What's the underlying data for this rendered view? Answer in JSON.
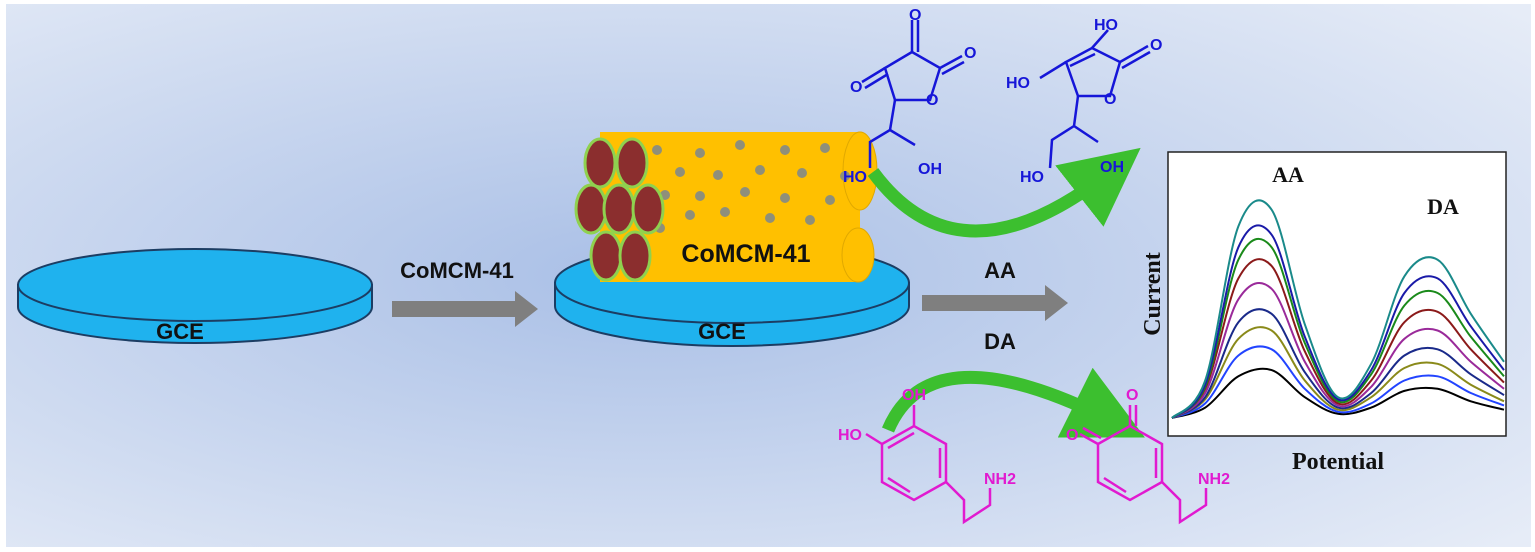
{
  "labels": {
    "gce_left": "GCE",
    "gce_mid": "GCE",
    "comcm_arrow": "CoMCM-41",
    "comcm_tube": "CoMCM-41",
    "arrow_aa": "AA",
    "arrow_da": "DA"
  },
  "molecules": {
    "dehydroascorbic": {
      "o1": "O",
      "o2": "O",
      "o3": "O",
      "o4": "O",
      "ho": "HO",
      "oh": "OH"
    },
    "ascorbic": {
      "ho1": "HO",
      "o1": "O",
      "ho2": "HO",
      "o2": "O",
      "ho3": "HO",
      "oh": "OH"
    },
    "dopamine": {
      "ho": "HO",
      "oh": "OH",
      "nh2": "NH2"
    },
    "quinone": {
      "o1": "O",
      "o2": "O",
      "nh2": "NH2"
    }
  },
  "colors": {
    "background_center": "#a9bfe6",
    "background_edge": "#e6ecf7",
    "electrode": "#1fb2ee",
    "tube": "#ffc000",
    "pore": "#8b2e2e",
    "pore_rim": "#8fd14f",
    "green_arrow": "#3cbf2f",
    "gray_arrow": "#7f7f7f",
    "aa_molecule": "#1616d8",
    "da_molecule": "#e11ad0"
  },
  "chart_data": {
    "type": "line",
    "xlabel": "Potential",
    "ylabel": "Current",
    "peak_labels": [
      "AA",
      "DA"
    ],
    "x": [
      0,
      0.1,
      0.2,
      0.3,
      0.4,
      0.5,
      0.6,
      0.7,
      0.8,
      0.9,
      1.0
    ],
    "series": [
      {
        "color": "#000000",
        "values": [
          0.0,
          0.05,
          0.2,
          0.23,
          0.1,
          0.02,
          0.05,
          0.13,
          0.14,
          0.08,
          0.04
        ]
      },
      {
        "color": "#2244ff",
        "values": [
          0.0,
          0.07,
          0.3,
          0.33,
          0.14,
          0.03,
          0.07,
          0.18,
          0.2,
          0.12,
          0.06
        ]
      },
      {
        "color": "#8a8a1a",
        "values": [
          0.0,
          0.09,
          0.38,
          0.42,
          0.18,
          0.04,
          0.1,
          0.24,
          0.26,
          0.16,
          0.08
        ]
      },
      {
        "color": "#1a2a8a",
        "values": [
          0.0,
          0.1,
          0.46,
          0.5,
          0.22,
          0.05,
          0.12,
          0.3,
          0.33,
          0.21,
          0.11
        ]
      },
      {
        "color": "#9a2a9a",
        "values": [
          0.0,
          0.12,
          0.57,
          0.62,
          0.27,
          0.06,
          0.15,
          0.38,
          0.42,
          0.27,
          0.14
        ]
      },
      {
        "color": "#8b1a1a",
        "values": [
          0.0,
          0.14,
          0.67,
          0.73,
          0.32,
          0.07,
          0.18,
          0.46,
          0.51,
          0.33,
          0.17
        ]
      },
      {
        "color": "#1a8a1a",
        "values": [
          0.0,
          0.15,
          0.76,
          0.82,
          0.36,
          0.08,
          0.21,
          0.54,
          0.6,
          0.39,
          0.2
        ]
      },
      {
        "color": "#1a1aa8",
        "values": [
          0.0,
          0.16,
          0.82,
          0.88,
          0.39,
          0.09,
          0.23,
          0.6,
          0.67,
          0.44,
          0.23
        ]
      },
      {
        "color": "#1a8a8a",
        "values": [
          0.0,
          0.18,
          0.92,
          1.0,
          0.45,
          0.1,
          0.26,
          0.68,
          0.76,
          0.5,
          0.27
        ]
      }
    ],
    "ylim": [
      0,
      1.25
    ],
    "grid": false,
    "legend": "none"
  }
}
